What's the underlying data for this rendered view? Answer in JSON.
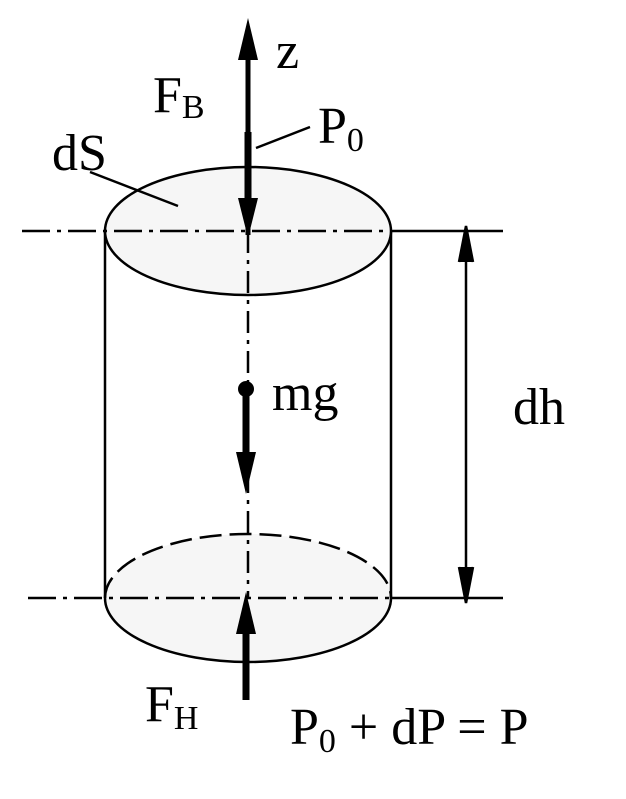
{
  "labels": {
    "z": "z",
    "f_top": {
      "main": "F",
      "sub": "B"
    },
    "p_top": {
      "main": "P",
      "sub": "0"
    },
    "area": "dS",
    "weight": "mg",
    "height": "dh",
    "f_bottom": {
      "main": "F",
      "sub": "H"
    },
    "equation": {
      "p": "P",
      "sub": "0",
      "rest": " + dP = P"
    }
  },
  "colors": {
    "stroke": "#000000",
    "face_fill": "#f6f6f6",
    "background": "#ffffff"
  }
}
